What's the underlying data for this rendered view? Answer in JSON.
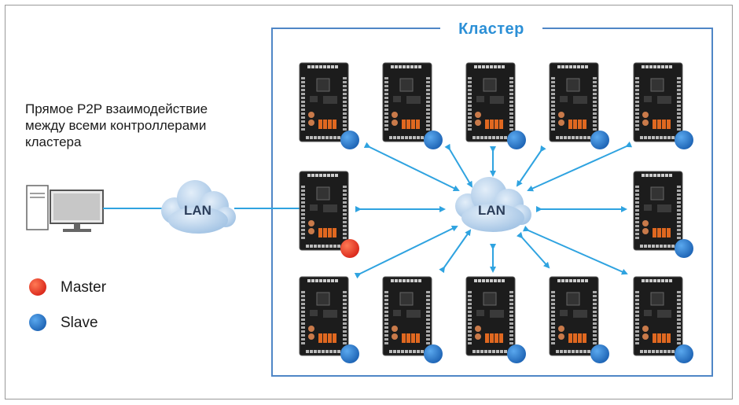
{
  "cluster": {
    "title": "Кластер"
  },
  "description": {
    "lines": [
      "Прямое P2P взаимодействие",
      "между всеми контроллерами",
      "кластера"
    ]
  },
  "lan_labels": {
    "left": "LAN",
    "center": "LAN"
  },
  "legend": {
    "master": {
      "label": "Master",
      "color": "#e8432e"
    },
    "slave": {
      "label": "Slave",
      "color": "#2d7fd0"
    }
  },
  "colors": {
    "line": "#2fa3e0",
    "box": "#4f86c6",
    "cloud": "#b9d4ee",
    "board": "#1c1c1c"
  },
  "controllers": [
    {
      "role": "slave"
    },
    {
      "role": "slave"
    },
    {
      "role": "slave"
    },
    {
      "role": "slave"
    },
    {
      "role": "slave"
    },
    {
      "role": "master"
    },
    {
      "role": "slave"
    },
    {
      "role": "slave"
    },
    {
      "role": "slave"
    },
    {
      "role": "slave"
    },
    {
      "role": "slave"
    },
    {
      "role": "slave"
    }
  ]
}
